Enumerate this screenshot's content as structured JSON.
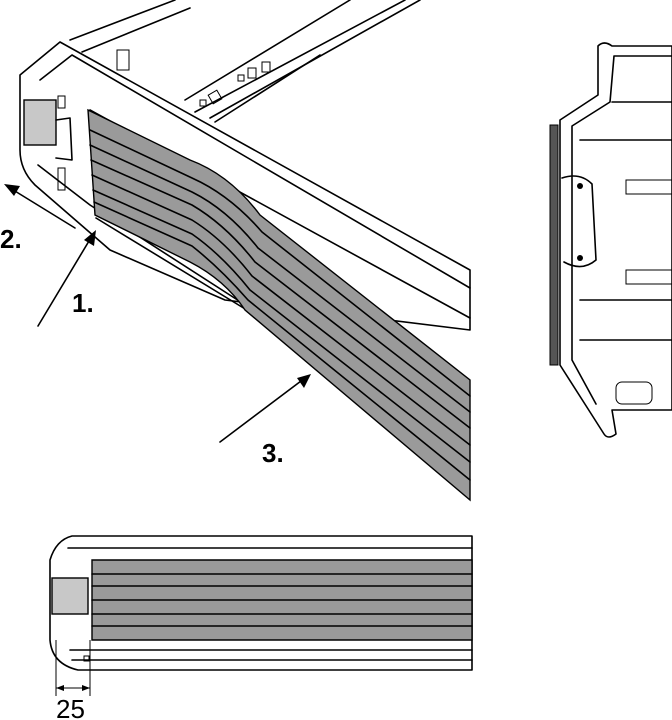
{
  "labels": {
    "step1": "1.",
    "step2": "2.",
    "step3": "3.",
    "dimension": "25"
  },
  "colors": {
    "gray_strip": "#9a9a9a",
    "clip": "#c8c8c8",
    "line": "#000000"
  }
}
